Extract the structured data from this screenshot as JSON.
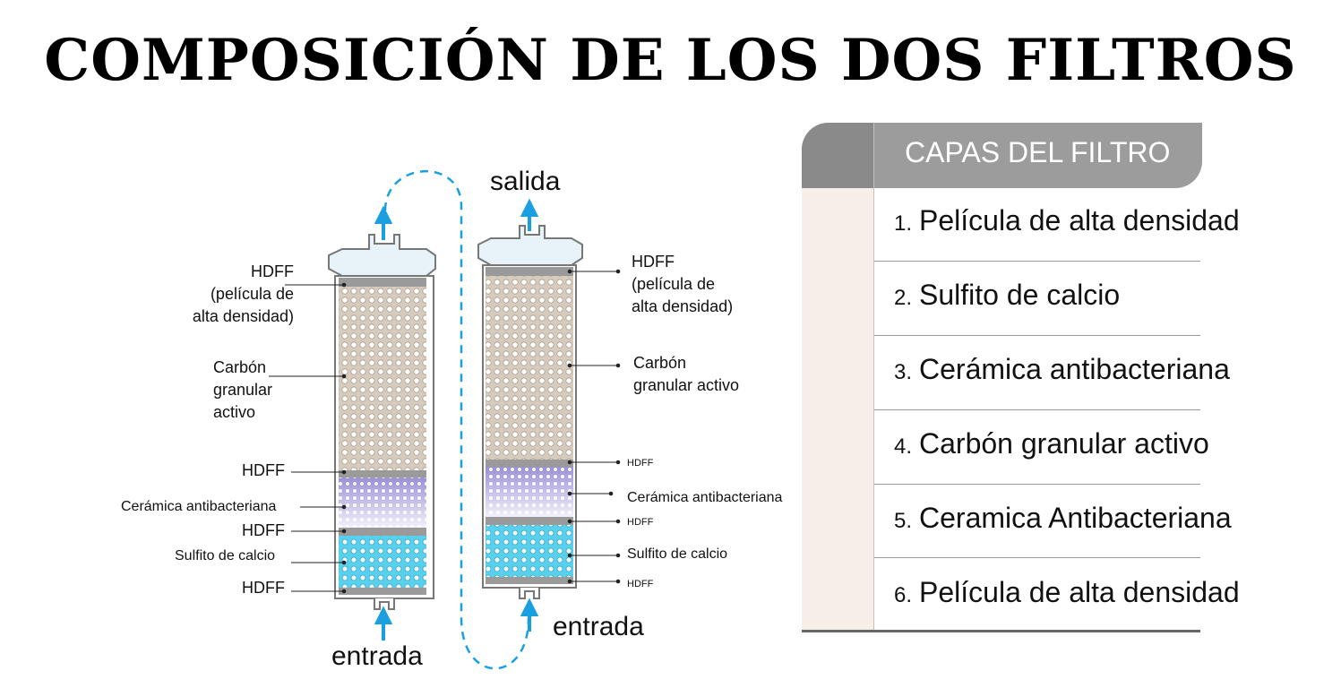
{
  "title": "COMPOSICIÓN DE LOS DOS FILTROS",
  "filter_left": {
    "labels": {
      "hdff_top_1": "HDFF",
      "hdff_top_2": "(película de",
      "hdff_top_3": "alta densidad)",
      "carbon_1": "Carbón",
      "carbon_2": "granular",
      "carbon_3": "activo",
      "hdff_mid": "HDFF",
      "ceramica": "Cerámica antibacteriana",
      "hdff_low": "HDFF",
      "sulfito": "Sulfito de calcio",
      "hdff_bottom": "HDFF"
    },
    "inlet": "entrada"
  },
  "filter_right": {
    "outlet": "salida",
    "labels": {
      "hdff_top_1": "HDFF",
      "hdff_top_2": "(película de",
      "hdff_top_3": "alta densidad)",
      "carbon_1": "Carbón",
      "carbon_2": "granular activo",
      "hdff_mid": "HDFF",
      "ceramica": "Cerámica antibacteriana",
      "hdff_low": "HDFF",
      "sulfito": "Sulfito de calcio",
      "hdff_bottom": "HDFF"
    },
    "inlet": "entrada"
  },
  "table": {
    "header": "CAPAS DEL FILTRO",
    "rows": [
      {
        "num": "1.",
        "label": "Película de alta densidad"
      },
      {
        "num": "2.",
        "label": "Sulfito de calcio"
      },
      {
        "num": "3.",
        "label": "Cerámica antibacteriana"
      },
      {
        "num": "4.",
        "label": "Carbón granular activo"
      },
      {
        "num": "5.",
        "label": "Ceramica Antibacteriana"
      },
      {
        "num": "6.",
        "label": "Película de alta densidad"
      }
    ]
  },
  "colors": {
    "carbon": "#d6cbbd",
    "ceramic": "#a99ed8",
    "sulfite": "#59d0ec",
    "hdff": "#9a9a9a",
    "cap": "#e7f3f8",
    "arrow": "#1aa0e0"
  }
}
